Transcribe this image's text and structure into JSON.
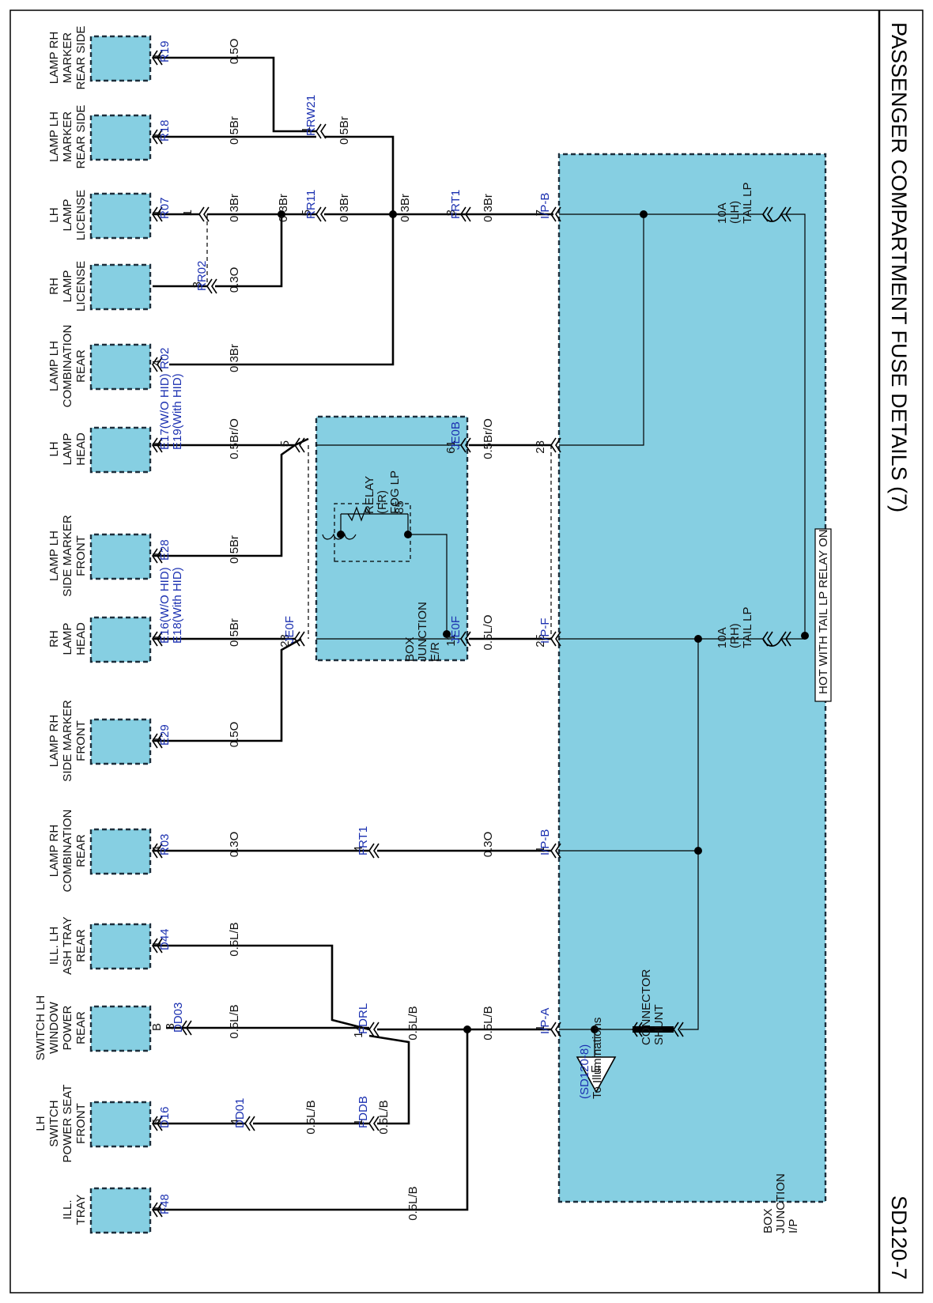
{
  "page": {
    "title": "PASSENGER COMPARTMENT FUSE DETAILS (7)",
    "code": "SD120-7"
  },
  "banner": "HOT WITH TAIL LP RELAY ON",
  "ip_junction_box": [
    "I/P",
    "JUNCTION",
    "BOX"
  ],
  "er_junction_box": [
    "E/R",
    "JUNCTION",
    "BOX"
  ],
  "fuses": [
    {
      "label": [
        "TAIL LP",
        "(LH)",
        "10A"
      ]
    },
    {
      "label": [
        "TAIL LP",
        "(RH)",
        "10A"
      ]
    }
  ],
  "relay": {
    "label": [
      "FOG LP",
      "(FR)",
      "RELAY"
    ],
    "pin": "85"
  },
  "shunt": [
    "SHUNT",
    "CONNECTOR"
  ],
  "ground": {
    "letter": "E",
    "text": "To Illuminations",
    "ref": "(SD120-8)"
  },
  "components": [
    {
      "label": [
        "REAR SIDE",
        "MARKER",
        "LAMP RH"
      ],
      "pin": "1",
      "conn": [
        "R19"
      ]
    },
    {
      "label": [
        "REAR SIDE",
        "MARKER",
        "LAMP LH"
      ],
      "pin": "1",
      "conn": [
        "R18"
      ]
    },
    {
      "label": [
        "LICENSE",
        "LAMP",
        "LH"
      ],
      "pin": "1",
      "conn": [
        "R07"
      ]
    },
    {
      "label": [
        "LICENSE",
        "LAMP",
        "RH"
      ],
      "pin": "",
      "conn": []
    },
    {
      "label": [
        "REAR",
        "COMBINATION",
        "LAMP LH"
      ],
      "pin": "4",
      "conn": [
        "R02"
      ]
    },
    {
      "label": [
        "HEAD",
        "LAMP",
        "LH"
      ],
      "pin": "1",
      "conn": [
        "E17(W/O HID)",
        "E19(With HID)"
      ]
    },
    {
      "label": [
        "FRONT",
        "SIDE MARKER",
        "LAMP LH"
      ],
      "pin": "1",
      "conn": [
        "E28"
      ]
    },
    {
      "label": [
        "HEAD",
        "LAMP",
        "RH"
      ],
      "pin": "1",
      "conn": [
        "E16(W/O HID)",
        "E18(With HID)"
      ]
    },
    {
      "label": [
        "FRONT",
        "SIDE MARKER",
        "LAMP RH"
      ],
      "pin": "1",
      "conn": [
        "E29"
      ]
    },
    {
      "label": [
        "REAR",
        "COMBINATION",
        "LAMP RH"
      ],
      "pin": "4",
      "conn": [
        "R03"
      ]
    },
    {
      "label": [
        "REAR",
        "ASH TRAY",
        "ILL. LH"
      ],
      "pin": "1",
      "conn": [
        "D44"
      ]
    },
    {
      "label": [
        "REAR",
        "POWER",
        "WINDOW",
        "SWITCH LH"
      ],
      "pin": "3",
      "pin2": "B",
      "conn": [
        "DD03"
      ]
    },
    {
      "label": [
        "FRONT",
        "POWER SEAT",
        "SWITCH",
        "LH"
      ],
      "pin": "5",
      "conn": [
        "D16"
      ]
    },
    {
      "label": [
        "TRAY",
        "ILL."
      ],
      "pin": "1",
      "conn": [
        "F48"
      ]
    }
  ],
  "connectors": {
    "ip_b_top": {
      "name": "I/P-B",
      "pin": "7"
    },
    "ip_23": {
      "pin": "23"
    },
    "ip_f": {
      "name": "I/P-F",
      "pin": "25"
    },
    "ip_b_bottom": {
      "name": "I/P-B",
      "pin": "1"
    },
    "ip_a": {
      "name": "I/P-A",
      "pin": "1"
    },
    "frt1_top": {
      "name": "FRT1",
      "pin": "3"
    },
    "frt1_bottom": {
      "name": "FRT1",
      "pin": "4"
    },
    "rrw21": {
      "name": "RRW21",
      "pin": "1"
    },
    "rr11": {
      "name": "RR11",
      "pin": "5"
    },
    "rr02_1": {
      "pin": "1"
    },
    "rr02_3": {
      "name": "RR02",
      "pin": "3"
    },
    "je0b": {
      "name": "JE0B",
      "pin": "61"
    },
    "je0f_in": {
      "name": "JE0F",
      "pin": "11"
    },
    "je0f_out": {
      "name": "JE0F",
      "pin": "23"
    },
    "je0f_5": {
      "pin": "5"
    },
    "fdrl": {
      "name": "FDRL",
      "pin": "14"
    },
    "fddb": {
      "name": "FDDB",
      "pin": "1"
    },
    "dd01": {
      "name": "DD01",
      "pin": "4"
    }
  },
  "gauges": {
    "r19": "0.5O",
    "r18": "0.5Br",
    "rrw21_out": "0.5Br",
    "bus_rr11": "0.3Br",
    "bus_frt1": "0.3Br",
    "ip_frt1": "0.3Br",
    "rr11_out": "0.3Br",
    "rr02_r07": "0.3Br",
    "lic_rh": "0.3O",
    "r02": "0.3Br",
    "je0b": "0.5Br/O",
    "head_lh": "0.5Br/O",
    "front_side_lh": "0.5Br",
    "je0f": "0.5L/O",
    "head_rh": "0.5Br",
    "front_side_rh": "0.5O",
    "r03_ip": "0.3O",
    "r03": "0.3O",
    "ash": "0.5L/B",
    "ip_a": "0.5L/B",
    "ip_a_fdrl": "0.5L/B",
    "dd03": "0.5L/B",
    "fdrl_fddb": "0.5L/B",
    "fddb_dd01": "0.5L/B",
    "f48": "0.5L/B"
  }
}
